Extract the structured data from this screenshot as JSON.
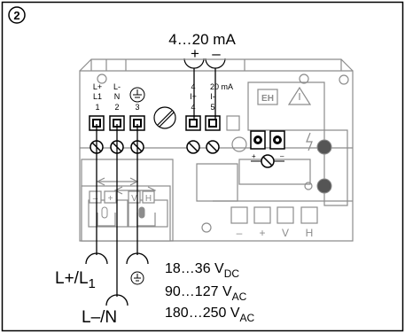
{
  "figure_number": "2",
  "output_range": "4…20 mA",
  "output_plus": "+",
  "output_minus": "–",
  "terminals": {
    "t1_top": "L+",
    "t1_mid": "L1",
    "t1_num": "1",
    "t2_top": "L-",
    "t2_mid": "N",
    "t2_num": "2",
    "t3_num": "3",
    "t4_top": "4",
    "t4_mid": "I+",
    "t4_num": "4",
    "t5_top": "20 mA",
    "t5_mid": "I-",
    "t5_num": "5"
  },
  "module_buttons": {
    "minus": "–",
    "plus": "+",
    "v": "V",
    "h": "H"
  },
  "bottom_keys": [
    "–",
    "+",
    "V",
    "H"
  ],
  "logo_text": "EH",
  "supply_labels": {
    "live": "L+/L",
    "live_sub": "1",
    "neutral": "L–/N"
  },
  "voltages": [
    {
      "range": "18…36 V",
      "sub": "DC"
    },
    {
      "range": "90…127 V",
      "sub": "AC"
    },
    {
      "range": "180…250 V",
      "sub": "AC"
    }
  ],
  "colors": {
    "line": "#000000",
    "housing": "#8c8c8c",
    "housing_fill": "#ffffff",
    "dark_grey": "#555555"
  }
}
